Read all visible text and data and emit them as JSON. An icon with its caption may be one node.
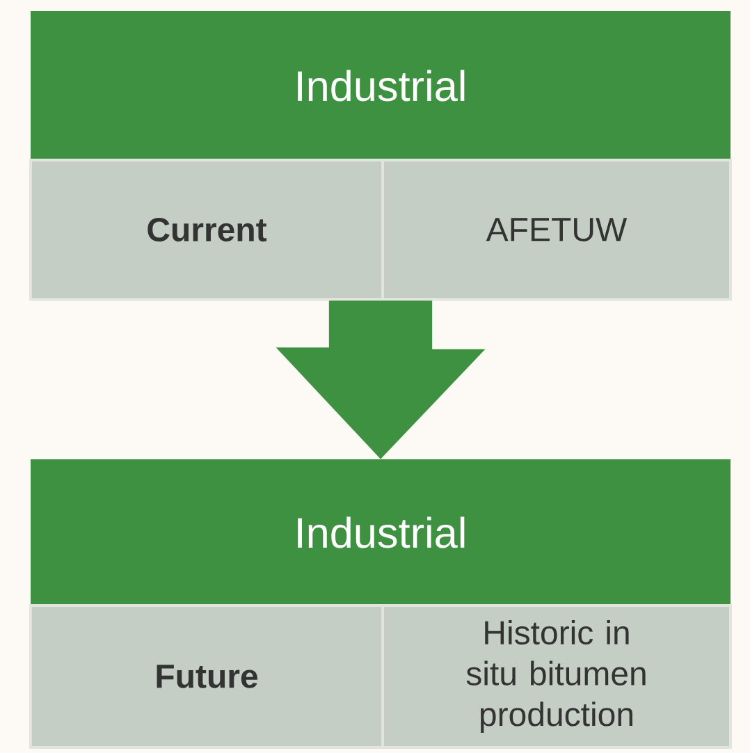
{
  "diagram": {
    "nodes": [
      {
        "text": [
          "Industrial"
        ]
      },
      {
        "text": [
          "Current"
        ]
      },
      {
        "text": [
          "AFETUW"
        ]
      },
      {
        "text": [
          "Industrial"
        ]
      },
      {
        "text": [
          "Future"
        ]
      },
      {
        "text": [
          "Historic in situ bitumen production"
        ]
      }
    ],
    "edges": [
      {
        "from": 1,
        "to": 3,
        "arrow": "to"
      }
    ]
  }
}
